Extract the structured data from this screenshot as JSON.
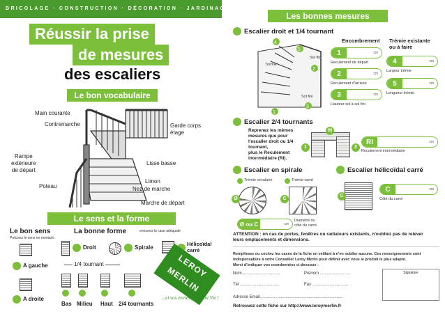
{
  "banner": "BRICOLAGE · CONSTRUCTION · DÉCORATION · JARDINAGE",
  "title": {
    "line1": "Réussir la prise",
    "line2": "de mesures",
    "line3": "des escaliers"
  },
  "vocab": {
    "heading": "Le bon vocabulaire",
    "labels": {
      "main_courante": "Main courante",
      "contremarche": "Contremarche",
      "garde_corps": "Garde corps\nétage",
      "rampe": "Rampe\nextérieure\nde départ",
      "lisse_basse": "Lisse basse",
      "limon": "Limon",
      "poteau": "Poteau",
      "nez_de_marche": "Nez de marche",
      "marche_depart": "Marche de départ"
    }
  },
  "sens_forme": {
    "heading": "Le sens et la forme",
    "bon_sens": "Le bon sens",
    "bon_sens_note": "Précisez le sens en montant :",
    "a_gauche": "A gauche",
    "a_droite": "A droite",
    "bonne_forme": "La bonne forme",
    "bonne_forme_note": "entourez la case adéquate",
    "droit": "Droit",
    "spirale": "Spirale",
    "helicoidal": "Hélicoïdal\ncarré",
    "quart_tournant": "1/4 tournant",
    "bas": "Bas",
    "milieu": "Milieu",
    "haut": "Haut",
    "deux_quart": "2/4 tournants"
  },
  "logo": {
    "line1": "LEROY",
    "line2": "MERLIN",
    "slogan": "...et vos envies prennent Vie !"
  },
  "mesures": {
    "heading": "Les bonnes mesures",
    "escalier_droit": "Escalier droit et 1/4 tournant",
    "encombrement": "Encombrement",
    "tremie_existante": "Trémie existante\nou à faire",
    "tremie_label": "Trémie",
    "sol_fini_top": "Sol fini",
    "sol_fini_bottom": "Sol fini",
    "unit": "cm",
    "m1": "1",
    "m1_label": "Reculement de départ",
    "m2": "2",
    "m2_label": "Reculement d'arrivée",
    "m3": "3",
    "m3_label": "Hauteur sol à sol fini",
    "m4": "4",
    "m4_label": "Largeur trémie",
    "m5": "5",
    "m5_label": "Longueur trémie",
    "escalier_24": "Escalier 2/4 tournants",
    "reprenez": "Reprenez les mêmes\nmesures que pour\nl'escalier droit ou 1/4\ntournant,\nplus le Reculement\nintermédiaire (RI).",
    "ri": "RI",
    "ri_label": "Reculement intermédiaire",
    "spirale": "Escalier en spirale",
    "helico": "Escalier hélicoïdal carré",
    "tremie_circ": "Trémie circulaire",
    "tremie_carre": "Trémie carré",
    "phi": "Ø",
    "c": "C",
    "phi_ou_c": "Ø ou C",
    "diam_label": "Diamètre ou\ncôté du carré",
    "cote_carre": "Côté du carré",
    "attention": "ATTENTION : en cas de portes, fenêtres ou radiateurs existants, n'oubliez pas de relever\nleurs emplacements et dimensions.",
    "remplissez": "Remplissez ou cochez les cases de la fiche en veillant à n'en oublier aucune. Ces renseignements sont\nindispensables à votre Conseiller Leroy Merlin pour définir avec vous le produit le plus adapté.\nMerci d'indiquer vos coordonnées ci-dessous :",
    "nom": "Nom.................................",
    "prenom": "Prénom ..........................",
    "tel": "Tél ..................................",
    "fax": "Fax ...............................",
    "adresse": "Adresse Email.......................................................................",
    "signature": "Signature",
    "retrouvez": "Retrouvez cette fiche sur http://www.leroymerlin.fr"
  },
  "colors": {
    "green": "#7cbf3a",
    "dark_green": "#4a9a2e",
    "logo_green": "#2f8c1f"
  }
}
